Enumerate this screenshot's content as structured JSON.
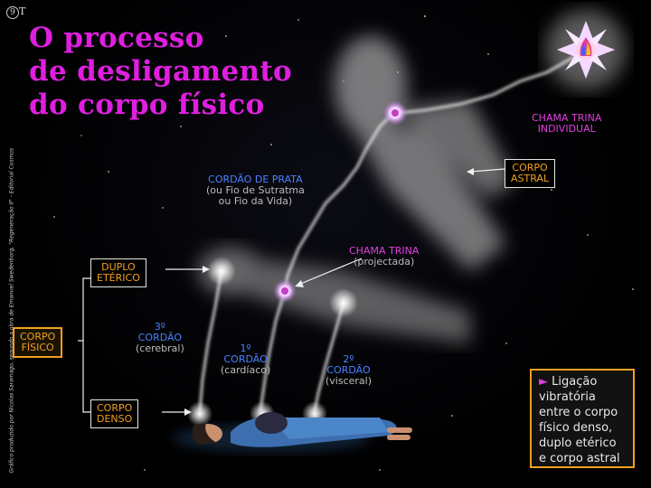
{
  "logo_text": "T",
  "logo_circle": "9",
  "title": [
    "O processo",
    "de desligamento",
    "do corpo físico"
  ],
  "credit": "Gráfico produzido por Nicolas Saramago, segundo a obra de Emanuel Swedenborg, \"Regeneração II\" - Editorial Cosmos",
  "labels": {
    "chama_trina_individual": [
      "CHAMA TRINA",
      "INDIVIDUAL"
    ],
    "corpo_astral": [
      "CORPO",
      "ASTRAL"
    ],
    "cordao_prata": [
      "CORDÃO DE PRATA",
      "(ou Fio de Sutratma",
      "ou Fio da Vida)"
    ],
    "chama_trina_projectada": [
      "CHAMA TRINA",
      "(projectada)"
    ],
    "duplo_eterico": [
      "DUPLO",
      "ETÉRICO"
    ],
    "corpo_fisico": [
      "CORPO",
      "FÍSICO"
    ],
    "corpo_denso": [
      "CORPO",
      "DENSO"
    ],
    "cordao_3": [
      "3º",
      "CORDÃO",
      "(cerebral)"
    ],
    "cordao_1": [
      "1º",
      "CORDÃO",
      "(cardíaco)"
    ],
    "cordao_2": [
      "2º",
      "CORDÃO",
      "(visceral)"
    ]
  },
  "info_box": {
    "bullet": "►",
    "lines": [
      "Ligação",
      "vibratória",
      "entre o corpo",
      "físico denso,",
      "duplo etérico",
      "e corpo astral"
    ]
  },
  "colors": {
    "title": "#e01ee0",
    "label_blue": "#4a82ff",
    "label_orange": "#f0a020",
    "label_magenta": "#e040e0"
  }
}
